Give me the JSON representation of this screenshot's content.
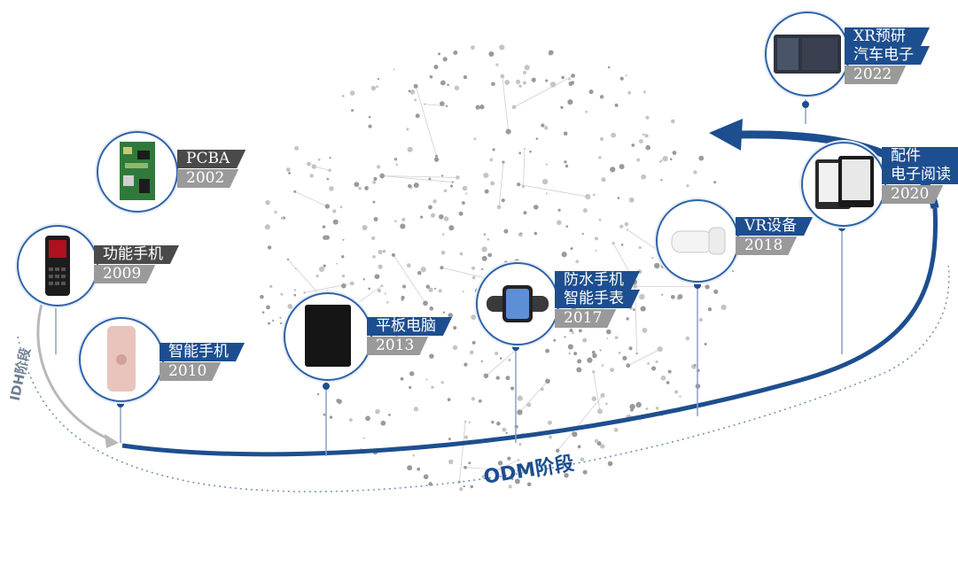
{
  "milestones": [
    {
      "id": "pcba",
      "title": "PCBA",
      "year": "2002"
    },
    {
      "id": "feature-phone",
      "title": "功能手机",
      "year": "2009"
    },
    {
      "id": "smartphone",
      "title": "智能手机",
      "year": "2010"
    },
    {
      "id": "tablet",
      "title": "平板电脑",
      "year": "2013"
    },
    {
      "id": "rugged",
      "title": "防水手机",
      "title2": "智能手表",
      "year": "2017"
    },
    {
      "id": "vr",
      "title": "VR设备",
      "year": "2018"
    },
    {
      "id": "accessories",
      "title": "配件",
      "title2": "电子阅读",
      "year": "2020"
    },
    {
      "id": "xr",
      "title": "XR预研",
      "title2": "汽车电子",
      "year": "2022"
    }
  ],
  "phases": {
    "idh": "IDH阶段",
    "odm": "ODM阶段"
  },
  "colors": {
    "accent": "#1d4e8f",
    "gray_tag": "#9a9a9a",
    "dark_tag": "#4a4a4a"
  }
}
